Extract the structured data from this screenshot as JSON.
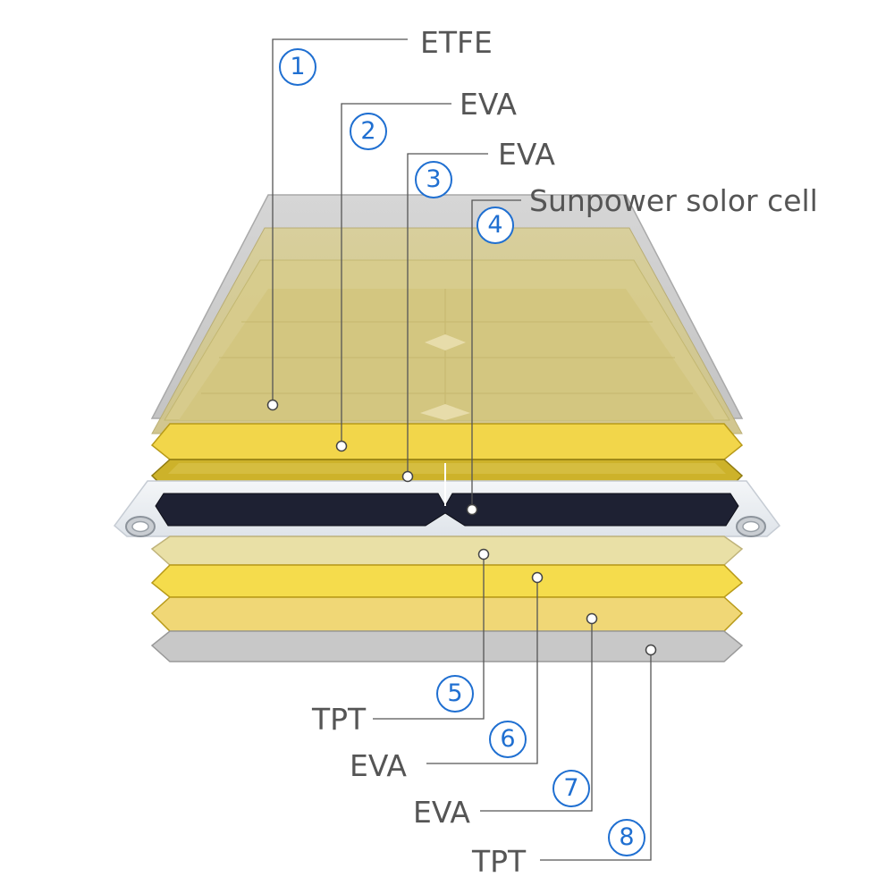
{
  "layers": [
    {
      "number": "1",
      "label": "ETFE",
      "material": "ETFE",
      "color": "#bfbfbf"
    },
    {
      "number": "2",
      "label": "EVA",
      "material": "EVA",
      "color": "#f2d64a"
    },
    {
      "number": "3",
      "label": "EVA",
      "material": "EVA",
      "color": "#cdb22a"
    },
    {
      "number": "4",
      "label": "Sunpower solor cell",
      "material": "Sunpower solor cell",
      "color": "#1e2133"
    },
    {
      "number": "5",
      "label": "TPT",
      "material": "TPT",
      "color": "#e9e0a6"
    },
    {
      "number": "6",
      "label": "EVA",
      "material": "EVA",
      "color": "#f5dc4c"
    },
    {
      "number": "7",
      "label": "EVA",
      "material": "EVA",
      "color": "#f0d776"
    },
    {
      "number": "8",
      "label": "TPT",
      "material": "TPT",
      "color": "#c8c8c8"
    }
  ],
  "colors": {
    "number_accent": "#1f6fd1",
    "label_text": "#555555",
    "leader_line": "#555555"
  }
}
